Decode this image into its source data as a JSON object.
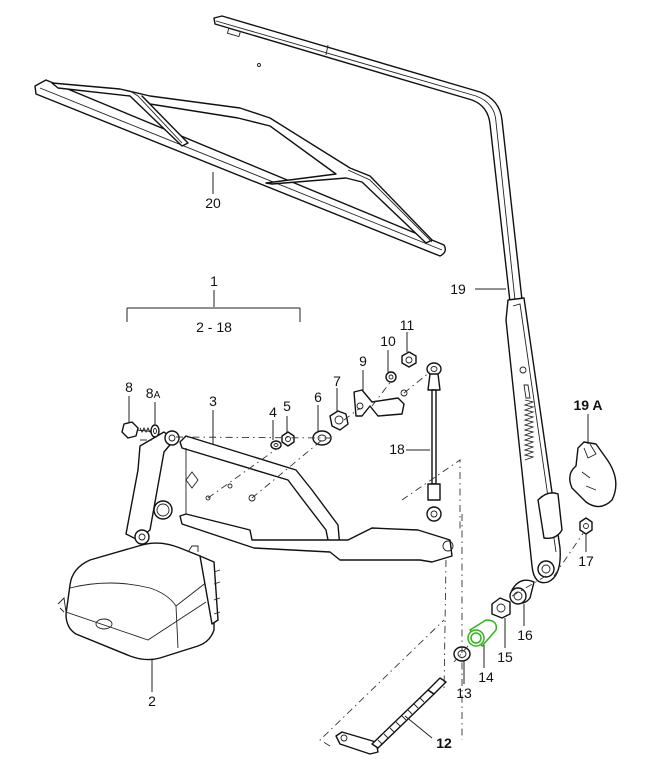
{
  "diagram": {
    "title": "Windshield wiper assembly - exploded parts diagram",
    "highlight_color": "#33b51a",
    "highlighted_part": "14",
    "group": {
      "label": "1",
      "range_label": "2 - 18"
    },
    "parts": [
      {
        "id": "2",
        "label": "2",
        "name": "wiper-motor"
      },
      {
        "id": "3",
        "label": "3",
        "name": "linkage-frame"
      },
      {
        "id": "4",
        "label": "4",
        "name": "washer"
      },
      {
        "id": "5",
        "label": "5",
        "name": "nut"
      },
      {
        "id": "6",
        "label": "6",
        "name": "washer"
      },
      {
        "id": "7",
        "label": "7",
        "name": "nut"
      },
      {
        "id": "8",
        "label": "8",
        "name": "bolt"
      },
      {
        "id": "8A",
        "label": "8",
        "suffix": "A",
        "name": "washer"
      },
      {
        "id": "9",
        "label": "9",
        "name": "crank-lever"
      },
      {
        "id": "10",
        "label": "10",
        "name": "washer"
      },
      {
        "id": "11",
        "label": "11",
        "name": "nut"
      },
      {
        "id": "12",
        "label": "12",
        "name": "wiper-shaft"
      },
      {
        "id": "13",
        "label": "13",
        "name": "washer"
      },
      {
        "id": "14",
        "label": "14",
        "name": "bushing"
      },
      {
        "id": "15",
        "label": "15",
        "name": "nut"
      },
      {
        "id": "16",
        "label": "16",
        "name": "seal-cap"
      },
      {
        "id": "17",
        "label": "17",
        "name": "nut"
      },
      {
        "id": "18",
        "label": "18",
        "name": "connecting-rod"
      },
      {
        "id": "19",
        "label": "19",
        "name": "wiper-arm"
      },
      {
        "id": "19A",
        "label": "19 A",
        "name": "cover-cap"
      },
      {
        "id": "20",
        "label": "20",
        "name": "wiper-blade"
      }
    ]
  }
}
